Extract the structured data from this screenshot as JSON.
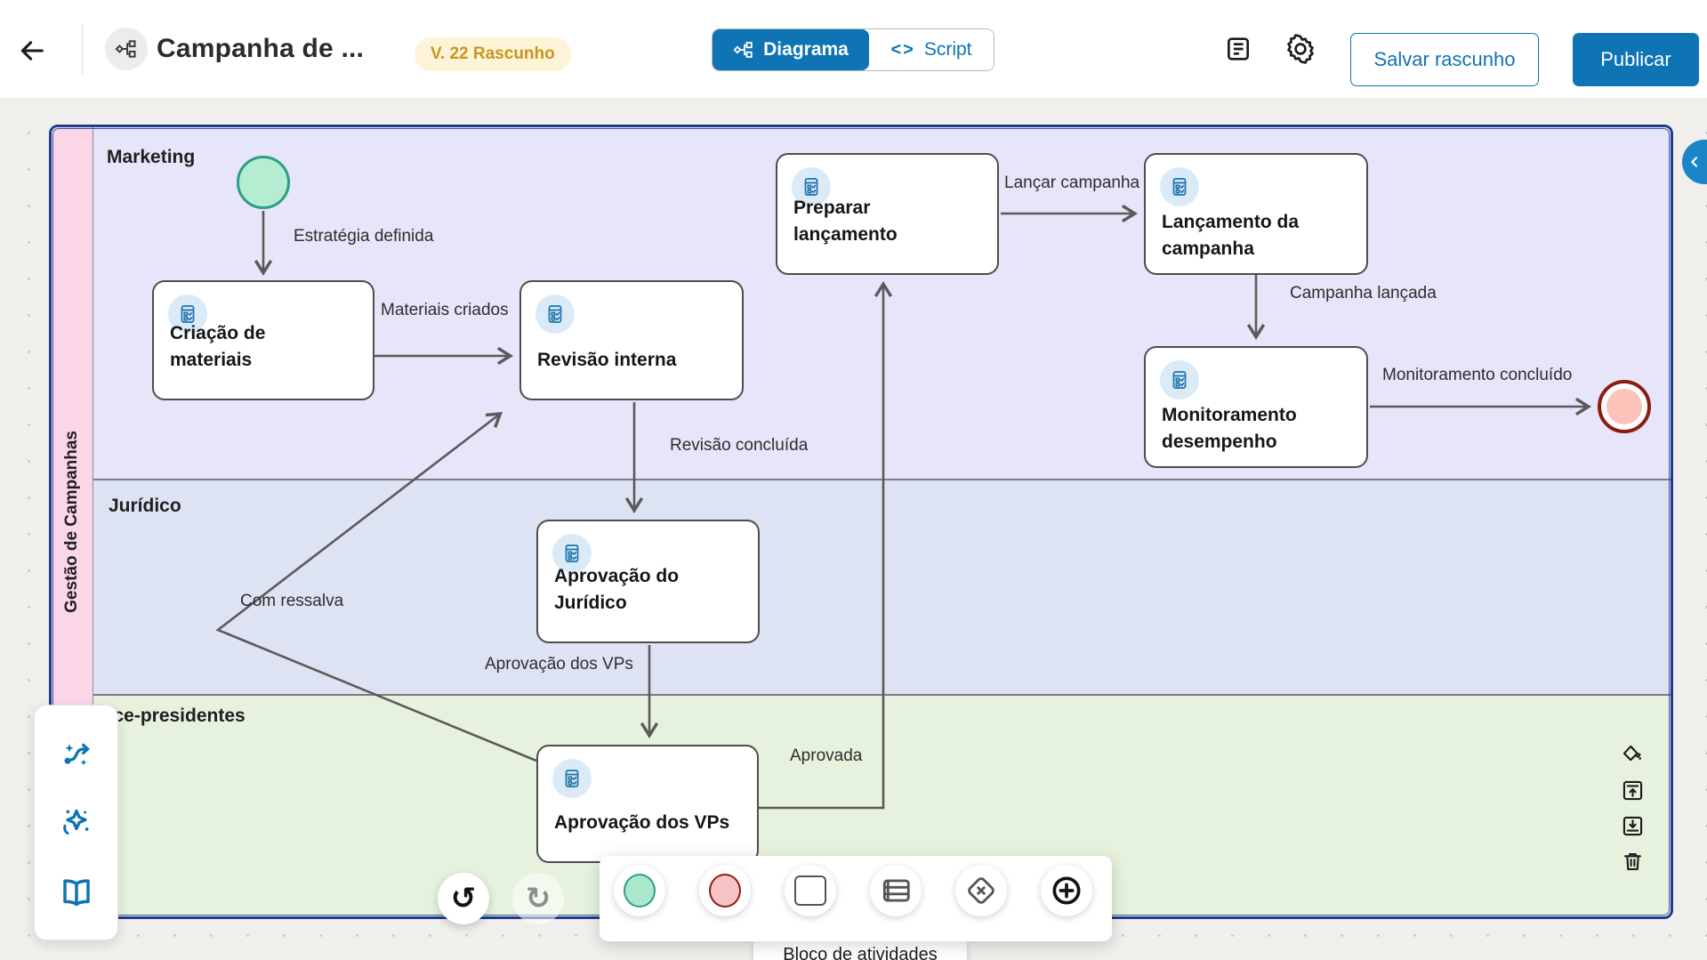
{
  "header": {
    "title": "Campanha de ...",
    "version_badge": "V. 22 Rascunho",
    "tabs": [
      {
        "label": "Diagrama"
      },
      {
        "label": "Script"
      }
    ],
    "script_tab_glyph": "<>",
    "save_draft_label": "Salvar rascunho",
    "publish_label": "Publicar"
  },
  "diagram": {
    "pool_label": "Gestão de Campanhas",
    "lanes": [
      {
        "label": "Marketing"
      },
      {
        "label": "Jurídico"
      },
      {
        "label": "Vice-presidentes"
      }
    ],
    "tasks": [
      {
        "label": "Criação de materiais"
      },
      {
        "label": "Revisão interna"
      },
      {
        "label": "Preparar lançamento"
      },
      {
        "label": "Lançamento da campanha"
      },
      {
        "label": "Monitoramento desempenho"
      },
      {
        "label": "Aprovação do Jurídico"
      },
      {
        "label": "Aprovação dos VPs"
      }
    ],
    "edge_labels": [
      {
        "label": "Estratégia definida"
      },
      {
        "label": "Materiais criados"
      },
      {
        "label": "Lançar campanha"
      },
      {
        "label": "Campanha lançada"
      },
      {
        "label": "Revisão concluída"
      },
      {
        "label": "Monitoramento concluído"
      },
      {
        "label": "Com ressalva"
      },
      {
        "label": "Aprovação dos VPs"
      },
      {
        "label": "Aprovada"
      }
    ]
  },
  "toolbar": {
    "tooltip": "Bloco de atividades",
    "palette_icons": [
      "start-event",
      "end-event",
      "task-block",
      "lanes",
      "gateway",
      "add-node"
    ]
  },
  "icons": {
    "header": [
      "back-icon",
      "workflow-icon",
      "diagram-tab-icon",
      "code-icon",
      "document-icon",
      "gear-icon"
    ],
    "side_panel": [
      "ai-route-icon",
      "sparkle-icon",
      "book-icon"
    ],
    "lane_tools": [
      "paint-bucket-icon",
      "lane-add-above-icon",
      "lane-add-below-icon",
      "trash-icon"
    ],
    "bottom": [
      "undo-icon",
      "redo-icon"
    ],
    "right_edge": [
      "collapse-chevron-icon"
    ]
  },
  "colors": {
    "accent_blue": "#0e74b3",
    "badge_text": "#c9951e",
    "badge_bg": "#fdf4d8",
    "pool_border": "#1e3b8f",
    "pool_strip_pink": "#fbd6e7",
    "lane_marketing": "#e7e5f9",
    "lane_juridico": "#dee3f3",
    "lane_vp": "#e7f2de",
    "start_fill": "#b5edd2",
    "start_border": "#2b9e87",
    "end_ring": "#8c1b12",
    "end_fill": "#fbc3b9",
    "edge_stroke": "#5a5a5a"
  }
}
